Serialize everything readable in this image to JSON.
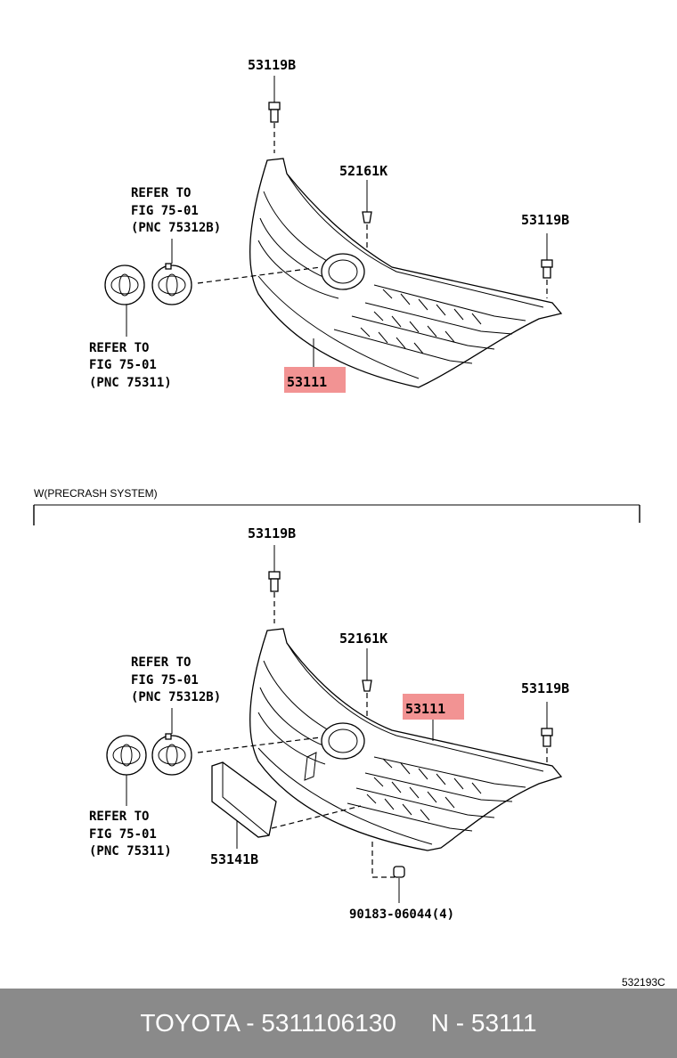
{
  "top": {
    "bolt_left": "53119B",
    "clip": "52161K",
    "bolt_right": "53119B",
    "emblem_ref_upper": [
      "REFER TO",
      "FIG 75-01",
      "(PNC 75312B)"
    ],
    "emblem_ref_lower": [
      "REFER TO",
      "FIG 75-01",
      "(PNC 75311)"
    ],
    "grille": "53111"
  },
  "section_caption": "W(PRECRASH SYSTEM)",
  "bottom": {
    "bolt_left": "53119B",
    "clip": "52161K",
    "grille": "53111",
    "bolt_right": "53119B",
    "emblem_ref_upper": [
      "REFER TO",
      "FIG 75-01",
      "(PNC 75312B)"
    ],
    "emblem_ref_lower": [
      "REFER TO",
      "FIG 75-01",
      "(PNC 75311)"
    ],
    "cover": "53141B",
    "nut": "90183-06044(4)"
  },
  "diagram_code": "532193C",
  "footer": {
    "brand_part": "TOYOTA - 5311106130",
    "pnc": "N - 53111"
  },
  "colors": {
    "highlight": "#f08080",
    "footer_bg": "#8a8a8a",
    "footer_text": "#ffffff"
  }
}
